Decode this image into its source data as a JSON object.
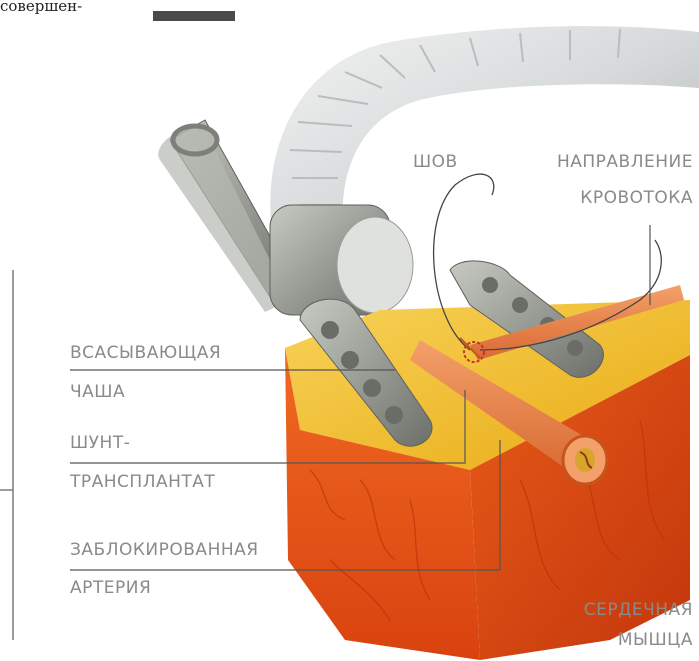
{
  "header": {
    "fragment": "совершен-"
  },
  "labels": {
    "suture": "ШОВ",
    "flow_line1": "НАПРАВЛЕНИЕ",
    "flow_line2": "КРОВОТОКА",
    "cup_line1": "ВСАСЫВАЮЩАЯ",
    "cup_line2": "ЧАША",
    "graft_line1": "ШУНТ-",
    "graft_line2": "ТРАНСПЛАНТАТ",
    "artery_line1": "ЗАБЛОКИРОВАННАЯ",
    "artery_line2": "АРТЕРИЯ",
    "muscle_line1": "СЕРДЕЧНАЯ",
    "muscle_line2": "МЫШЦА"
  },
  "colors": {
    "label_text": "#8a8a8a",
    "muscle": "#e8541c",
    "fat": "#f2c21a",
    "vessel": "#e8834a",
    "metal": "#9ea19a",
    "tube": "#dcdfe0",
    "leader": "#555555"
  }
}
